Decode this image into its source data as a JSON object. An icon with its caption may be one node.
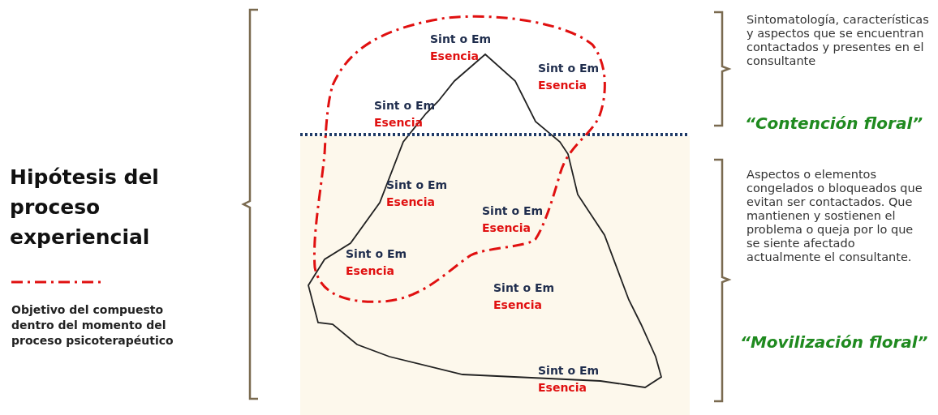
{
  "diagram": {
    "title": "Hipótesis del proceso experiencial",
    "labels": [
      "Sintomatología, características y aspectos que se encuentran contactados y presentes en el consultante",
      "“Contención floral”",
      "Aspectos o elementos congelados o bloqueados que evitan ser contactados. Que mantienen y sostienen el problema o queja por lo que se siente afectado actualmente el consultante.",
      "“Movilización floral”",
      "Sint o Em",
      "Esencia",
      "Sint o Em",
      "Esencia",
      "Sint o Em",
      "Esencia",
      "Sint o Em",
      "Esencia",
      "Sint o Em",
      "Esencia",
      "Sint o Em",
      "Esencia",
      "Sint o Em",
      "Esencia",
      "Sint o Em",
      "Esencia"
    ],
    "legend": [
      {
        "text": "Objetivo del compuesto dentro del momento del proceso psicoterapéutico"
      }
    ]
  }
}
